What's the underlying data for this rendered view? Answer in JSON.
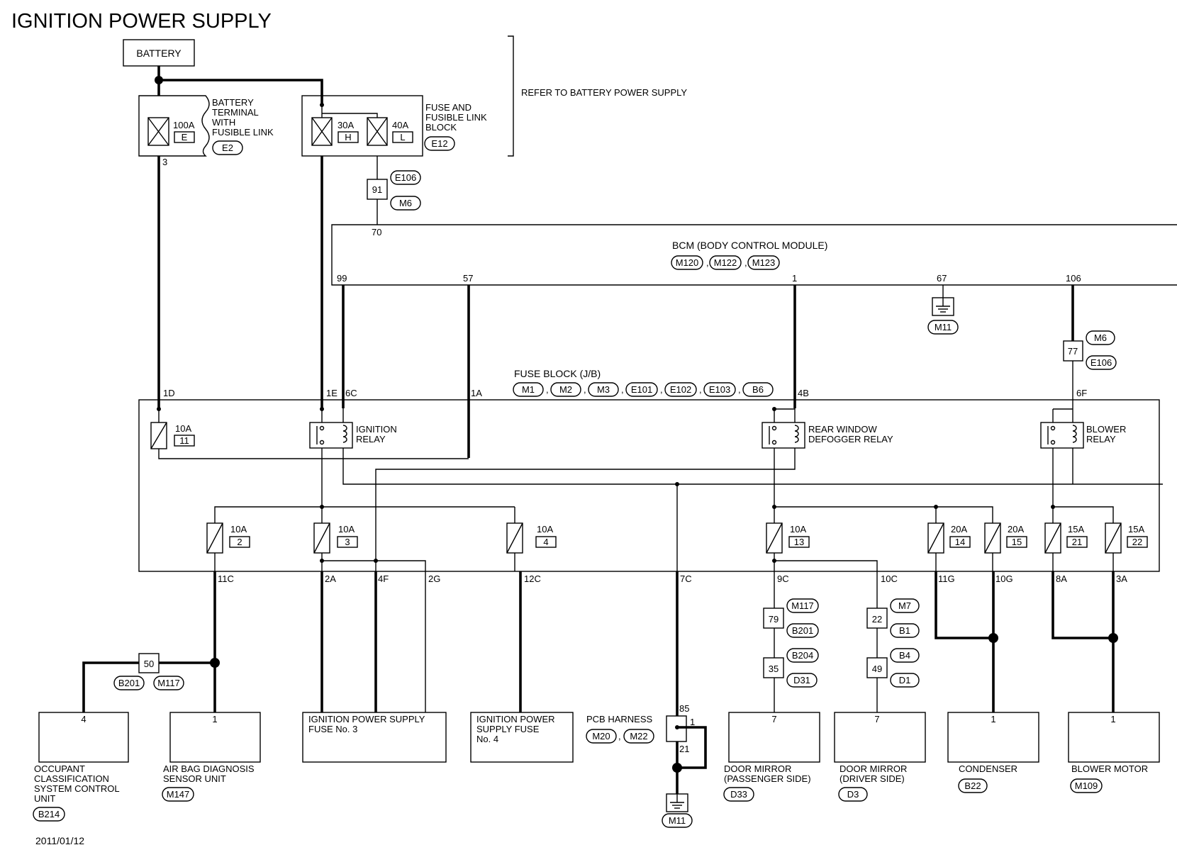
{
  "title": "IGNITION POWER SUPPLY",
  "date": "2011/01/12",
  "battery_label": "BATTERY",
  "refer_note": "REFER TO BATTERY POWER SUPPLY",
  "battery_terminal": {
    "label": [
      "BATTERY",
      "TERMINAL",
      "WITH",
      "FUSIBLE LINK"
    ],
    "connector": "E2",
    "fuse_rating": "100A",
    "fuse_id": "E",
    "pin": "3"
  },
  "fusible_link_block": {
    "label": [
      "FUSE AND",
      "FUSIBLE LINK",
      "BLOCK"
    ],
    "connector": "E12",
    "fuses": [
      {
        "rating": "30A",
        "id": "H"
      },
      {
        "rating": "40A",
        "id": "L"
      }
    ]
  },
  "bcm": {
    "label": "BCM (BODY CONTROL MODULE)",
    "connectors": [
      "M120",
      "M122",
      "M123"
    ],
    "pins": [
      "70",
      "99",
      "57",
      "1",
      "67",
      "106"
    ],
    "ground": "M11"
  },
  "fuse_block": {
    "label": "FUSE BLOCK (J/B)",
    "connectors": [
      "M1",
      "M2",
      "M3",
      "E101",
      "E102",
      "E103",
      "B6"
    ],
    "top_pins": [
      "1D",
      "1E",
      "6C",
      "1A",
      "4B",
      "6F"
    ],
    "bottom_pins": [
      "11C",
      "2A",
      "4F",
      "2G",
      "12C",
      "7C",
      "9C",
      "10C",
      "11G",
      "10G",
      "8A",
      "3A"
    ]
  },
  "relays": [
    {
      "label": [
        "IGNITION",
        "RELAY"
      ]
    },
    {
      "label": [
        "REAR WINDOW",
        "DEFOGGER RELAY"
      ]
    },
    {
      "label": [
        "BLOWER",
        "RELAY"
      ]
    }
  ],
  "fuses": [
    {
      "rating": "10A",
      "no": "11"
    },
    {
      "rating": "10A",
      "no": "2"
    },
    {
      "rating": "10A",
      "no": "3"
    },
    {
      "rating": "10A",
      "no": "4"
    },
    {
      "rating": "10A",
      "no": "13"
    },
    {
      "rating": "20A",
      "no": "14"
    },
    {
      "rating": "20A",
      "no": "15"
    },
    {
      "rating": "15A",
      "no": "21"
    },
    {
      "rating": "15A",
      "no": "22"
    }
  ],
  "junctions": [
    {
      "pin": "91",
      "connectors": [
        "E106",
        "M6"
      ]
    },
    {
      "pin": "77",
      "connectors": [
        "M6",
        "E106"
      ]
    },
    {
      "pin": "50",
      "connectors": [
        "B201",
        "M117"
      ]
    },
    {
      "pin": "79",
      "connectors": [
        "M117",
        "B201"
      ]
    },
    {
      "pin": "35",
      "connectors": [
        "B204",
        "D31"
      ]
    },
    {
      "pin": "22",
      "connectors": [
        "M7",
        "B1"
      ]
    },
    {
      "pin": "49",
      "connectors": [
        "B4",
        "D1"
      ]
    }
  ],
  "pcb_harness": {
    "label": "PCB HARNESS",
    "connectors": [
      "M20",
      "M22"
    ],
    "pins": [
      "85",
      "1",
      "21"
    ],
    "ground": "M11"
  },
  "loads": [
    {
      "pin": "4",
      "label": [
        "OCCUPANT",
        "CLASSIFICATION",
        "SYSTEM CONTROL",
        "UNIT"
      ],
      "connector": "B214"
    },
    {
      "pin": "1",
      "label": [
        "AIR BAG DIAGNOSIS",
        "SENSOR UNIT"
      ],
      "connector": "M147"
    },
    {
      "pin": "",
      "label": [
        "IGNITION POWER SUPPLY",
        "FUSE No. 3"
      ],
      "connector": ""
    },
    {
      "pin": "",
      "label": [
        "IGNITION POWER",
        "SUPPLY FUSE",
        "No. 4"
      ],
      "connector": ""
    },
    {
      "pin": "7",
      "label": [
        "DOOR MIRROR",
        "(PASSENGER SIDE)"
      ],
      "connector": "D33"
    },
    {
      "pin": "7",
      "label": [
        "DOOR MIRROR",
        "(DRIVER SIDE)"
      ],
      "connector": "D3"
    },
    {
      "pin": "1",
      "label": [
        "CONDENSER"
      ],
      "connector": "B22"
    },
    {
      "pin": "1",
      "label": [
        "BLOWER MOTOR"
      ],
      "connector": "M109"
    }
  ]
}
